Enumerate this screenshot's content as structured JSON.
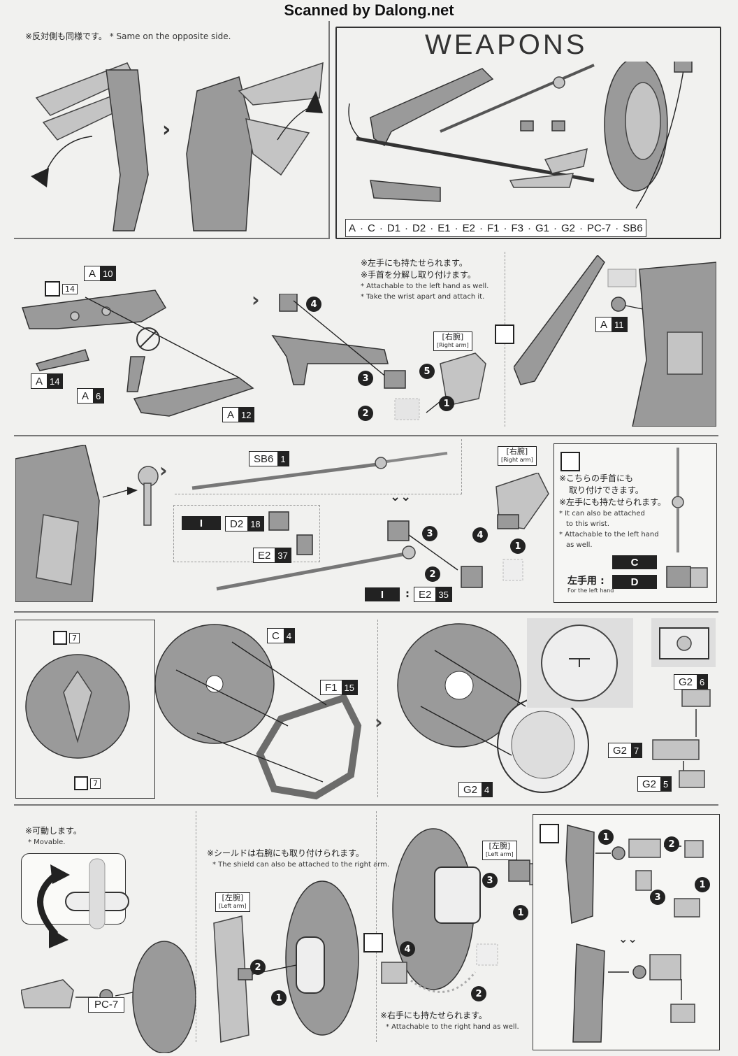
{
  "watermark": "Scanned by Dalong.net",
  "section1": {
    "note_jp": "※反対側も同様です。",
    "note_en": "* Same on the opposite side."
  },
  "weapons": {
    "title": "WEAPONS",
    "parts": [
      "A",
      "C",
      "D1",
      "D2",
      "E1",
      "E2",
      "F1",
      "F3",
      "G1",
      "G2",
      "PC-7",
      "SB6"
    ]
  },
  "rifle": {
    "tags": [
      {
        "l": "A",
        "n": "10"
      },
      {
        "l": "A",
        "n": "14"
      },
      {
        "l": "A",
        "n": "6"
      },
      {
        "l": "A",
        "n": "12"
      }
    ],
    "sticker": "14",
    "note_jp1": "※左手にも持たせられます。",
    "note_jp2": "※手首を分解し取り付けます。",
    "note_en1": "* Attachable to the left hand as well.",
    "note_en2": "* Take the wrist apart and attach it.",
    "arm_jp": "[右腕]",
    "arm_en": "[Right arm]",
    "steps": [
      "4",
      "3",
      "5",
      "2",
      "1"
    ],
    "mount_tag": {
      "l": "A",
      "n": "11"
    }
  },
  "saber": {
    "sb6": {
      "l": "SB6",
      "n": "1"
    },
    "i_label": "I",
    "d2": {
      "l": "D2",
      "n": "18"
    },
    "e2a": {
      "l": "E2",
      "n": "37"
    },
    "e2b": {
      "l": "E2",
      "n": "35"
    },
    "colon": ":",
    "arm_jp": "[右腕]",
    "arm_en": "[Right arm]",
    "steps": [
      "3",
      "4",
      "1",
      "2"
    ],
    "note_jp1": "※こちらの手首にも",
    "note_jp1b": "取り付けできます。",
    "note_jp2": "※左手にも持たせられます。",
    "note_en1": "* It can also be attached",
    "note_en1b": "to this wrist.",
    "note_en2": "* Attachable to the left hand",
    "note_en2b": "as well.",
    "c_label": "C",
    "d_label": "D",
    "lefthand_jp": "左手用",
    "lefthand_colon": ":",
    "lefthand_en": "For the left hand"
  },
  "shield": {
    "sticker_a": "7",
    "sticker_b": "7",
    "c4": {
      "l": "C",
      "n": "4"
    },
    "f1": {
      "l": "F1",
      "n": "15"
    },
    "g2_4": {
      "l": "G2",
      "n": "4"
    },
    "g2_6": {
      "l": "G2",
      "n": "6"
    },
    "g2_7": {
      "l": "G2",
      "n": "7"
    },
    "g2_5": {
      "l": "G2",
      "n": "5"
    }
  },
  "mount": {
    "movable_jp": "※可動します。",
    "movable_en": "* Movable.",
    "pc7": "PC-7",
    "shield_note_jp": "※シールドは右腕にも取り付けられます。",
    "shield_note_en": "* The shield can also be attached to the right arm.",
    "leftarm_jp": "[左腕]",
    "leftarm_en": "[Left arm]",
    "leftarm2_jp": "[左腕]",
    "leftarm2_en": "[Left arm]",
    "right_hand_jp": "※右手にも持たせられます。",
    "right_hand_en": "* Attachable to the right hand as well.",
    "steps_a": [
      "2",
      "1"
    ],
    "steps_b": [
      "3",
      "1",
      "4",
      "2"
    ],
    "steps_c": [
      "1",
      "2",
      "1",
      "3"
    ]
  }
}
